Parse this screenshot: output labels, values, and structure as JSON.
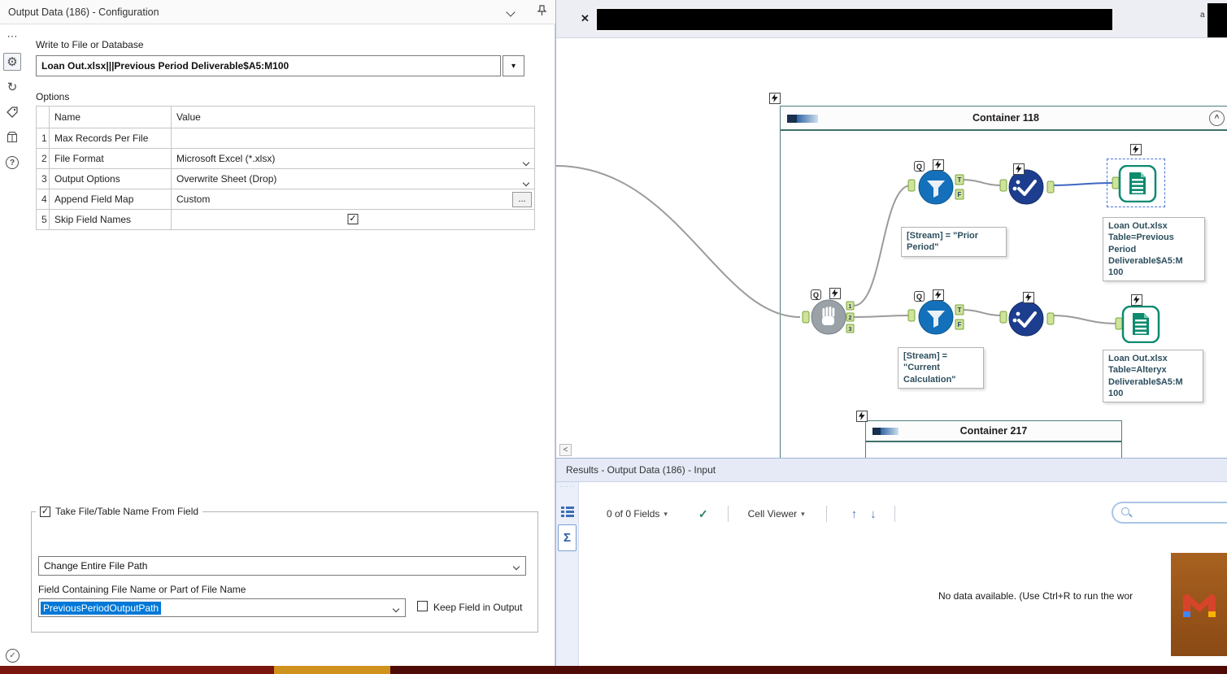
{
  "colors": {
    "accent_blue": "#0078d7",
    "container_border": "#4e7f7c",
    "output_teal": "#0d8a70",
    "filter_blue": "#1470ba",
    "test_navy": "#1d3e8f",
    "block_gray": "#9aa2a8",
    "wire_selected": "#3f66c4",
    "logo_brown": "#9c5a1e",
    "statusbar_left": "#7a160e",
    "statusbar_amber": "#cf921d",
    "statusbar_right": "#4e0b05"
  },
  "config": {
    "title": "Output Data (186) - Configuration",
    "write_label": "Write to File or Database",
    "file_path": "Loan Out.xlsx|||Previous Period Deliverable$A5:M100",
    "options_label": "Options",
    "table": {
      "headers": {
        "name": "Name",
        "value": "Value"
      },
      "rows": [
        {
          "num": "1",
          "name": "Max Records Per File",
          "value": ""
        },
        {
          "num": "2",
          "name": "File Format",
          "value": "Microsoft Excel (*.xlsx)"
        },
        {
          "num": "3",
          "name": "Output Options",
          "value": "Overwrite Sheet (Drop)"
        },
        {
          "num": "4",
          "name": "Append Field Map",
          "value": "Custom"
        },
        {
          "num": "5",
          "name": "Skip Field Names",
          "value": ""
        }
      ],
      "ellipsis": "..."
    },
    "group": {
      "legend": "Take File/Table Name From Field",
      "mode": "Change Entire File Path",
      "field_label": "Field Containing File Name or Part of File Name",
      "field_value": "PreviousPeriodOutputPath",
      "keep_label": "Keep Field in Output"
    }
  },
  "tabbar": {
    "close": "✕",
    "partial_text": "a"
  },
  "canvas": {
    "container_118": "Container 118",
    "container_217": "Container 217",
    "collapse_glyph": "^",
    "scroll_left": "<",
    "anchors": {
      "t": "T",
      "f": "F",
      "q": "Q",
      "n1": "1",
      "n2": "2",
      "n3": "3"
    },
    "annotations": {
      "prior": "[Stream] = \"Prior\nPeriod\"",
      "current": "[Stream] =\n\"Current\nCalculation\"",
      "out_top": "Loan Out.xlsx\nTable=Previous\nPeriod\nDeliverable$A5:M\n100",
      "out_bottom": "Loan Out.xlsx\nTable=Alteryx\nDeliverable$A5:M\n100"
    }
  },
  "results": {
    "title": "Results - Output Data (186) - Input",
    "fields": "0 of 0 Fields",
    "cell_viewer": "Cell Viewer",
    "message": "No data available. (Use Ctrl+R to run the wor"
  }
}
